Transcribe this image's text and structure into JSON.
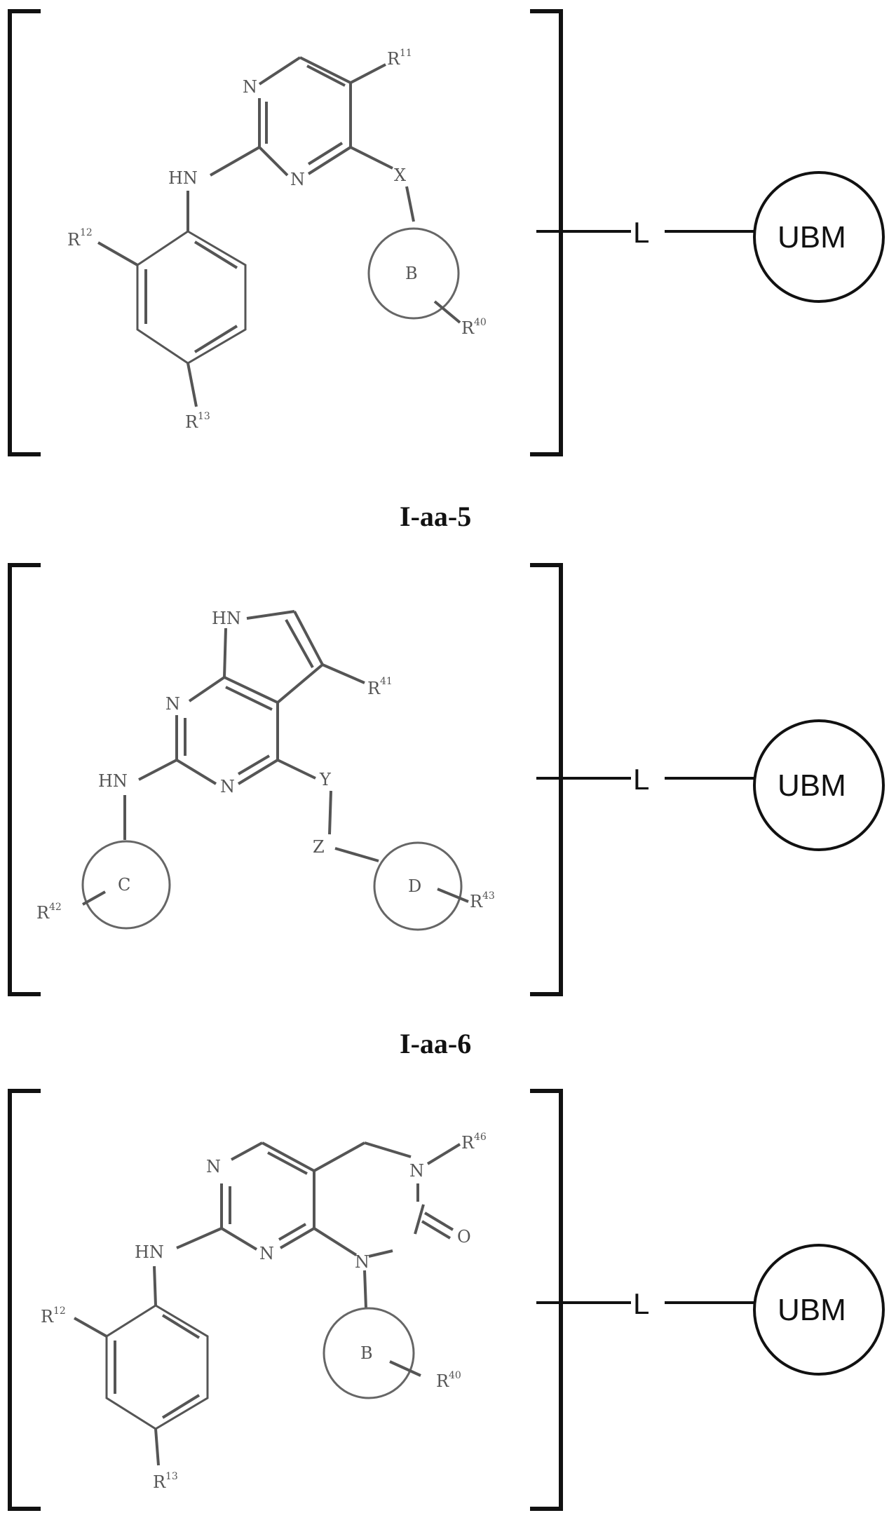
{
  "linker_label": "L",
  "ubm_label": "UBM",
  "captions": [
    "I-aa-5",
    "I-aa-6"
  ],
  "structure1": {
    "atoms": {
      "n_top": "N",
      "n_mid": "N",
      "hn": "HN",
      "x": "X",
      "r_top": "R",
      "r_top_sup": "11",
      "r_left": "R",
      "r_left_sup": "12",
      "r_bottom": "R",
      "r_bottom_sup": "13",
      "ring_b": "B",
      "r_b": "R",
      "r_b_sup": "40"
    }
  },
  "structure2": {
    "atoms": {
      "hn_top": "HN",
      "n_left": "N",
      "n_bottom": "N",
      "hn": "HN",
      "y": "Y",
      "z": "Z",
      "r_top": "R",
      "r_top_sup": "41",
      "ring_c": "C",
      "r_c": "R",
      "r_c_sup": "42",
      "ring_d": "D",
      "r_d": "R",
      "r_d_sup": "43"
    }
  },
  "structure3": {
    "atoms": {
      "n_top": "N",
      "n_mid": "N",
      "n_right": "N",
      "n_bottom": "N",
      "o": "O",
      "hn": "HN",
      "r_top": "R",
      "r_top_sup": "46",
      "r_left": "R",
      "r_left_sup": "12",
      "r_bottom": "R",
      "r_bottom_sup": "13",
      "ring_b": "B",
      "r_b": "R",
      "r_b_sup": "40"
    }
  }
}
